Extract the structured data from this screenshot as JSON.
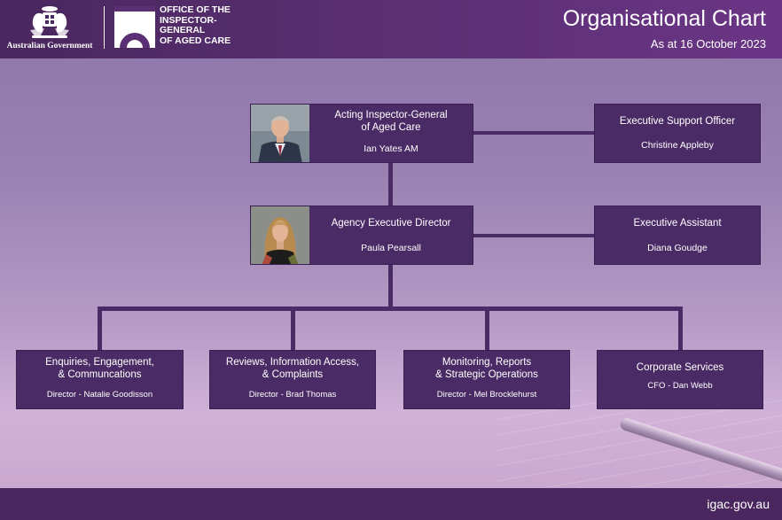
{
  "header": {
    "gov_label": "Australian Government",
    "agency_lines": [
      "OFFICE OF THE",
      "INSPECTOR-",
      "GENERAL",
      "OF AGED CARE"
    ],
    "title": "Organisational Chart",
    "subtitle": "As at 16 October 2023"
  },
  "chart": {
    "inspector": {
      "title_line1": "Acting Inspector-General",
      "title_line2": "of Aged Care",
      "name": "Ian Yates AM"
    },
    "support": {
      "title": "Executive Support Officer",
      "name": "Christine Appleby"
    },
    "director": {
      "title": "Agency Executive Director",
      "name": "Paula Pearsall"
    },
    "assistant": {
      "title": "Executive Assistant",
      "name": "Diana Goudge"
    },
    "branches": [
      {
        "line1": "Enquiries, Engagement,",
        "line2": "& Communcations",
        "person": "Director - Natalie Goodisson"
      },
      {
        "line1": "Reviews, Information Access,",
        "line2": "& Complaints",
        "person": "Director - Brad Thomas"
      },
      {
        "line1": "Monitoring, Reports",
        "line2": "& Strategic Operations",
        "person": "Director - Mel Brocklehurst"
      },
      {
        "line1": "Corporate Services",
        "line2": "",
        "person": "CFO - Dan Webb"
      }
    ]
  },
  "footer": {
    "url": "igac.gov.au"
  },
  "icons": [
    "coat-of-arms-icon",
    "igac-logo-icon",
    "inspector-photo",
    "director-photo"
  ]
}
